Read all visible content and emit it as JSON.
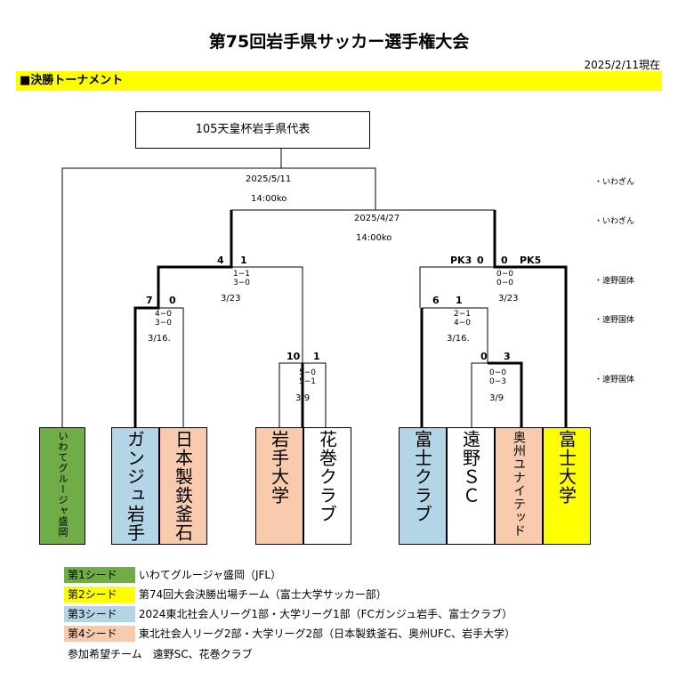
{
  "title": "第75回岩手県サッカー選手権大会",
  "as_of": "2025/2/11現在",
  "section_title": "■決勝トーナメント",
  "champion_box": "105天皇杯岩手県代表",
  "final": {
    "date": "2025/5/11",
    "time": "14:00ko",
    "venue": "・いわぎん"
  },
  "semi": {
    "date": "2025/4/27",
    "time": "14:00ko",
    "venue": "・いわぎん"
  },
  "qf_left": {
    "score_left": "4",
    "score_right": "1",
    "detail1": "1−1",
    "detail2": "3−0",
    "date": "3/23"
  },
  "qf_right": {
    "pk_left": "PK3",
    "score_left": "0",
    "score_right": "0",
    "pk_right": "PK5",
    "detail1": "0−0",
    "detail2": "0−0",
    "date": "3/23",
    "venue": "・遠野国体"
  },
  "r1_a": {
    "score_left": "7",
    "score_right": "0",
    "detail1": "4−0",
    "detail2": "3−0",
    "date": "3/16."
  },
  "r1_b": {
    "score_left": "6",
    "score_right": "1",
    "detail1": "2−1",
    "detail2": "4−0",
    "date": "3/16.",
    "venue": "・遠野国体"
  },
  "r0_a": {
    "score_left": "10",
    "score_right": "1",
    "detail1": "5−0",
    "detail2": "5−1",
    "date": "3/9"
  },
  "r0_b": {
    "score_left": "0",
    "score_right": "3",
    "detail1": "0−0",
    "detail2": "0−3",
    "date": "3/9",
    "venue": "・遠野国体"
  },
  "teams": [
    {
      "name": "いわてグルージャ盛岡",
      "color": "#70ad47"
    },
    {
      "name": "ガンジュ岩手",
      "color": "#b4d5e5"
    },
    {
      "name": "日本製鉄釜石",
      "color": "#f8cbad"
    },
    {
      "name": "岩手大学",
      "color": "#f8cbad"
    },
    {
      "name": "花巻クラブ",
      "color": "#ffffff"
    },
    {
      "name": "富士クラブ",
      "color": "#b4d5e5"
    },
    {
      "name": "遠野ＳＣ",
      "color": "#ffffff"
    },
    {
      "name": "奥州ユナイテッド",
      "color": "#f8cbad"
    },
    {
      "name": "富士大学",
      "color": "#ffff00"
    }
  ],
  "legend": [
    {
      "label": "第1シード",
      "text": "いわてグルージャ盛岡（JFL）",
      "color": "#70ad47"
    },
    {
      "label": "第2シード",
      "text": "第74回大会決勝出場チーム（富士大学サッカー部）",
      "color": "#ffff00"
    },
    {
      "label": "第3シード",
      "text": "2024東北社会人リーグ1部・大学リーグ1部（FCガンジュ岩手、富士クラブ）",
      "color": "#b4d5e5"
    },
    {
      "label": "第4シード",
      "text": "東北社会人リーグ2部・大学リーグ2部（日本製鉄釜石、奥州UFC、岩手大学）",
      "color": "#f8cbad"
    }
  ],
  "participants_note": "参加希望チーム　遠野SC、花巻クラブ"
}
